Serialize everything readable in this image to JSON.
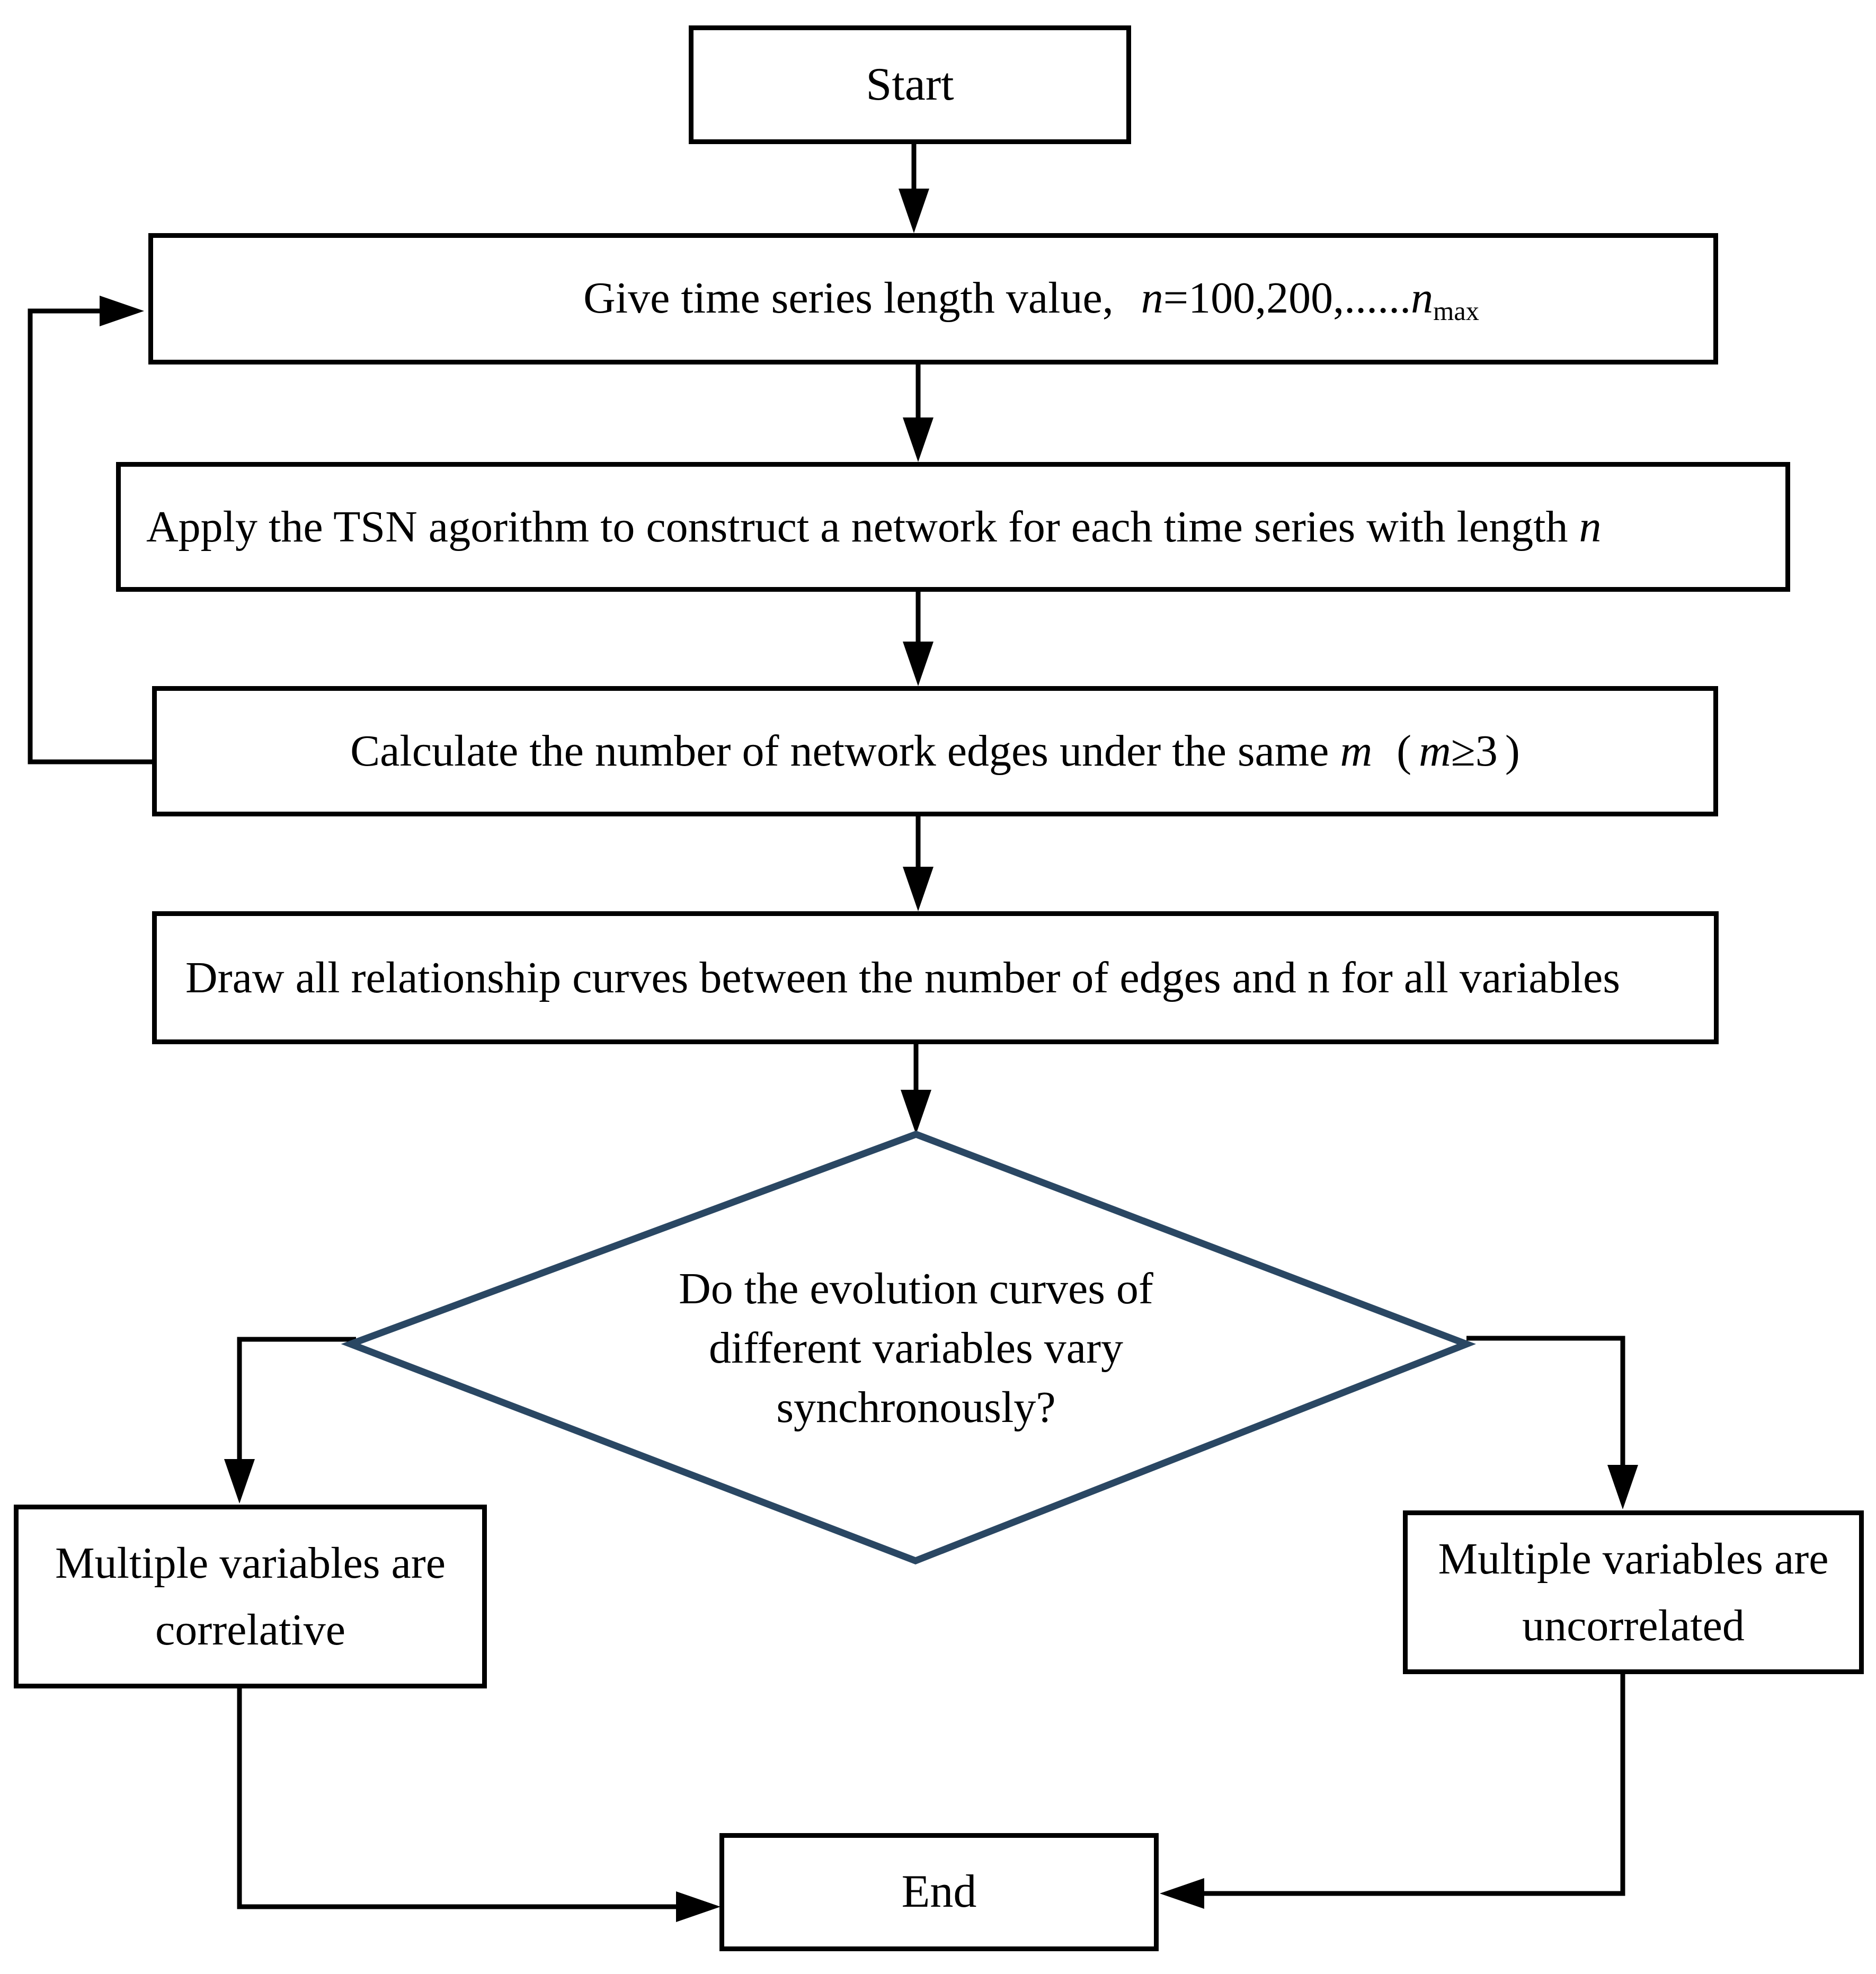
{
  "colors": {
    "background": "#ffffff",
    "box_border": "#000000",
    "connector": "#000000",
    "decision_border": "#2a4763"
  },
  "nodes": {
    "start": {
      "label": "Start"
    },
    "give_length": {
      "text": "Give time series length value,",
      "n1": "n",
      "values": "=100,200,......",
      "n2": "n",
      "subscript": "max"
    },
    "apply_tsn": {
      "text": "Apply the TSN agorithm to construct a network for each time series with length",
      "n": "n"
    },
    "calc_edges": {
      "text": "Calculate the number of network edges under the same",
      "m1": "m",
      "open_paren": "(",
      "m2": "m",
      "condition": "≥3",
      "close_paren": ")"
    },
    "draw_curves": {
      "text": "Draw all relationship curves between the number of edges and n for all variables"
    },
    "decision": {
      "line1": "Do the evolution curves of",
      "line2": "different variables vary",
      "line3": "synchronously?"
    },
    "correlative": {
      "line1": "Multiple variables are",
      "line2": "correlative"
    },
    "uncorrelated": {
      "line1": "Multiple variables are",
      "line2": "uncorrelated"
    },
    "end": {
      "label": "End"
    }
  }
}
